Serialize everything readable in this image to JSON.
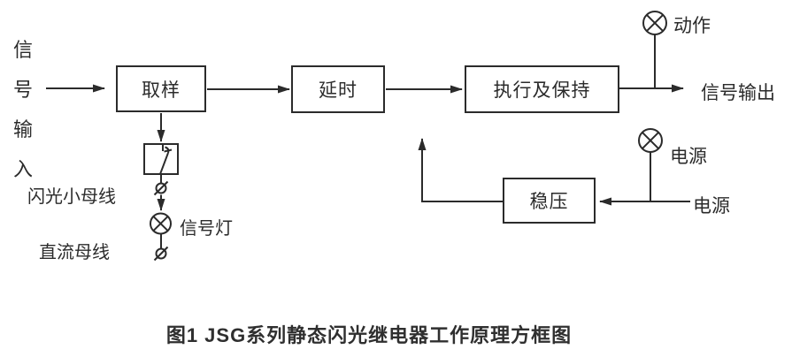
{
  "caption": "图1  JSG系列静态闪光继电器工作原理方框图",
  "diagram": {
    "colors": {
      "line": "#2b2b2b",
      "text": "#2b2b2b",
      "background": "#ffffff"
    },
    "input_label": [
      "信",
      "号",
      "输",
      "入"
    ],
    "blocks": {
      "sampling": "取样",
      "delay": "延时",
      "execute_hold": "执行及保持",
      "regulator": "稳压"
    },
    "labels": {
      "flash_bus": "闪光小母线",
      "dc_bus": "直流母线",
      "signal_lamp": "信号灯",
      "action_lamp": "动作",
      "signal_output": "信号输出",
      "power_lamp": "电源",
      "power_source": "电源"
    }
  }
}
